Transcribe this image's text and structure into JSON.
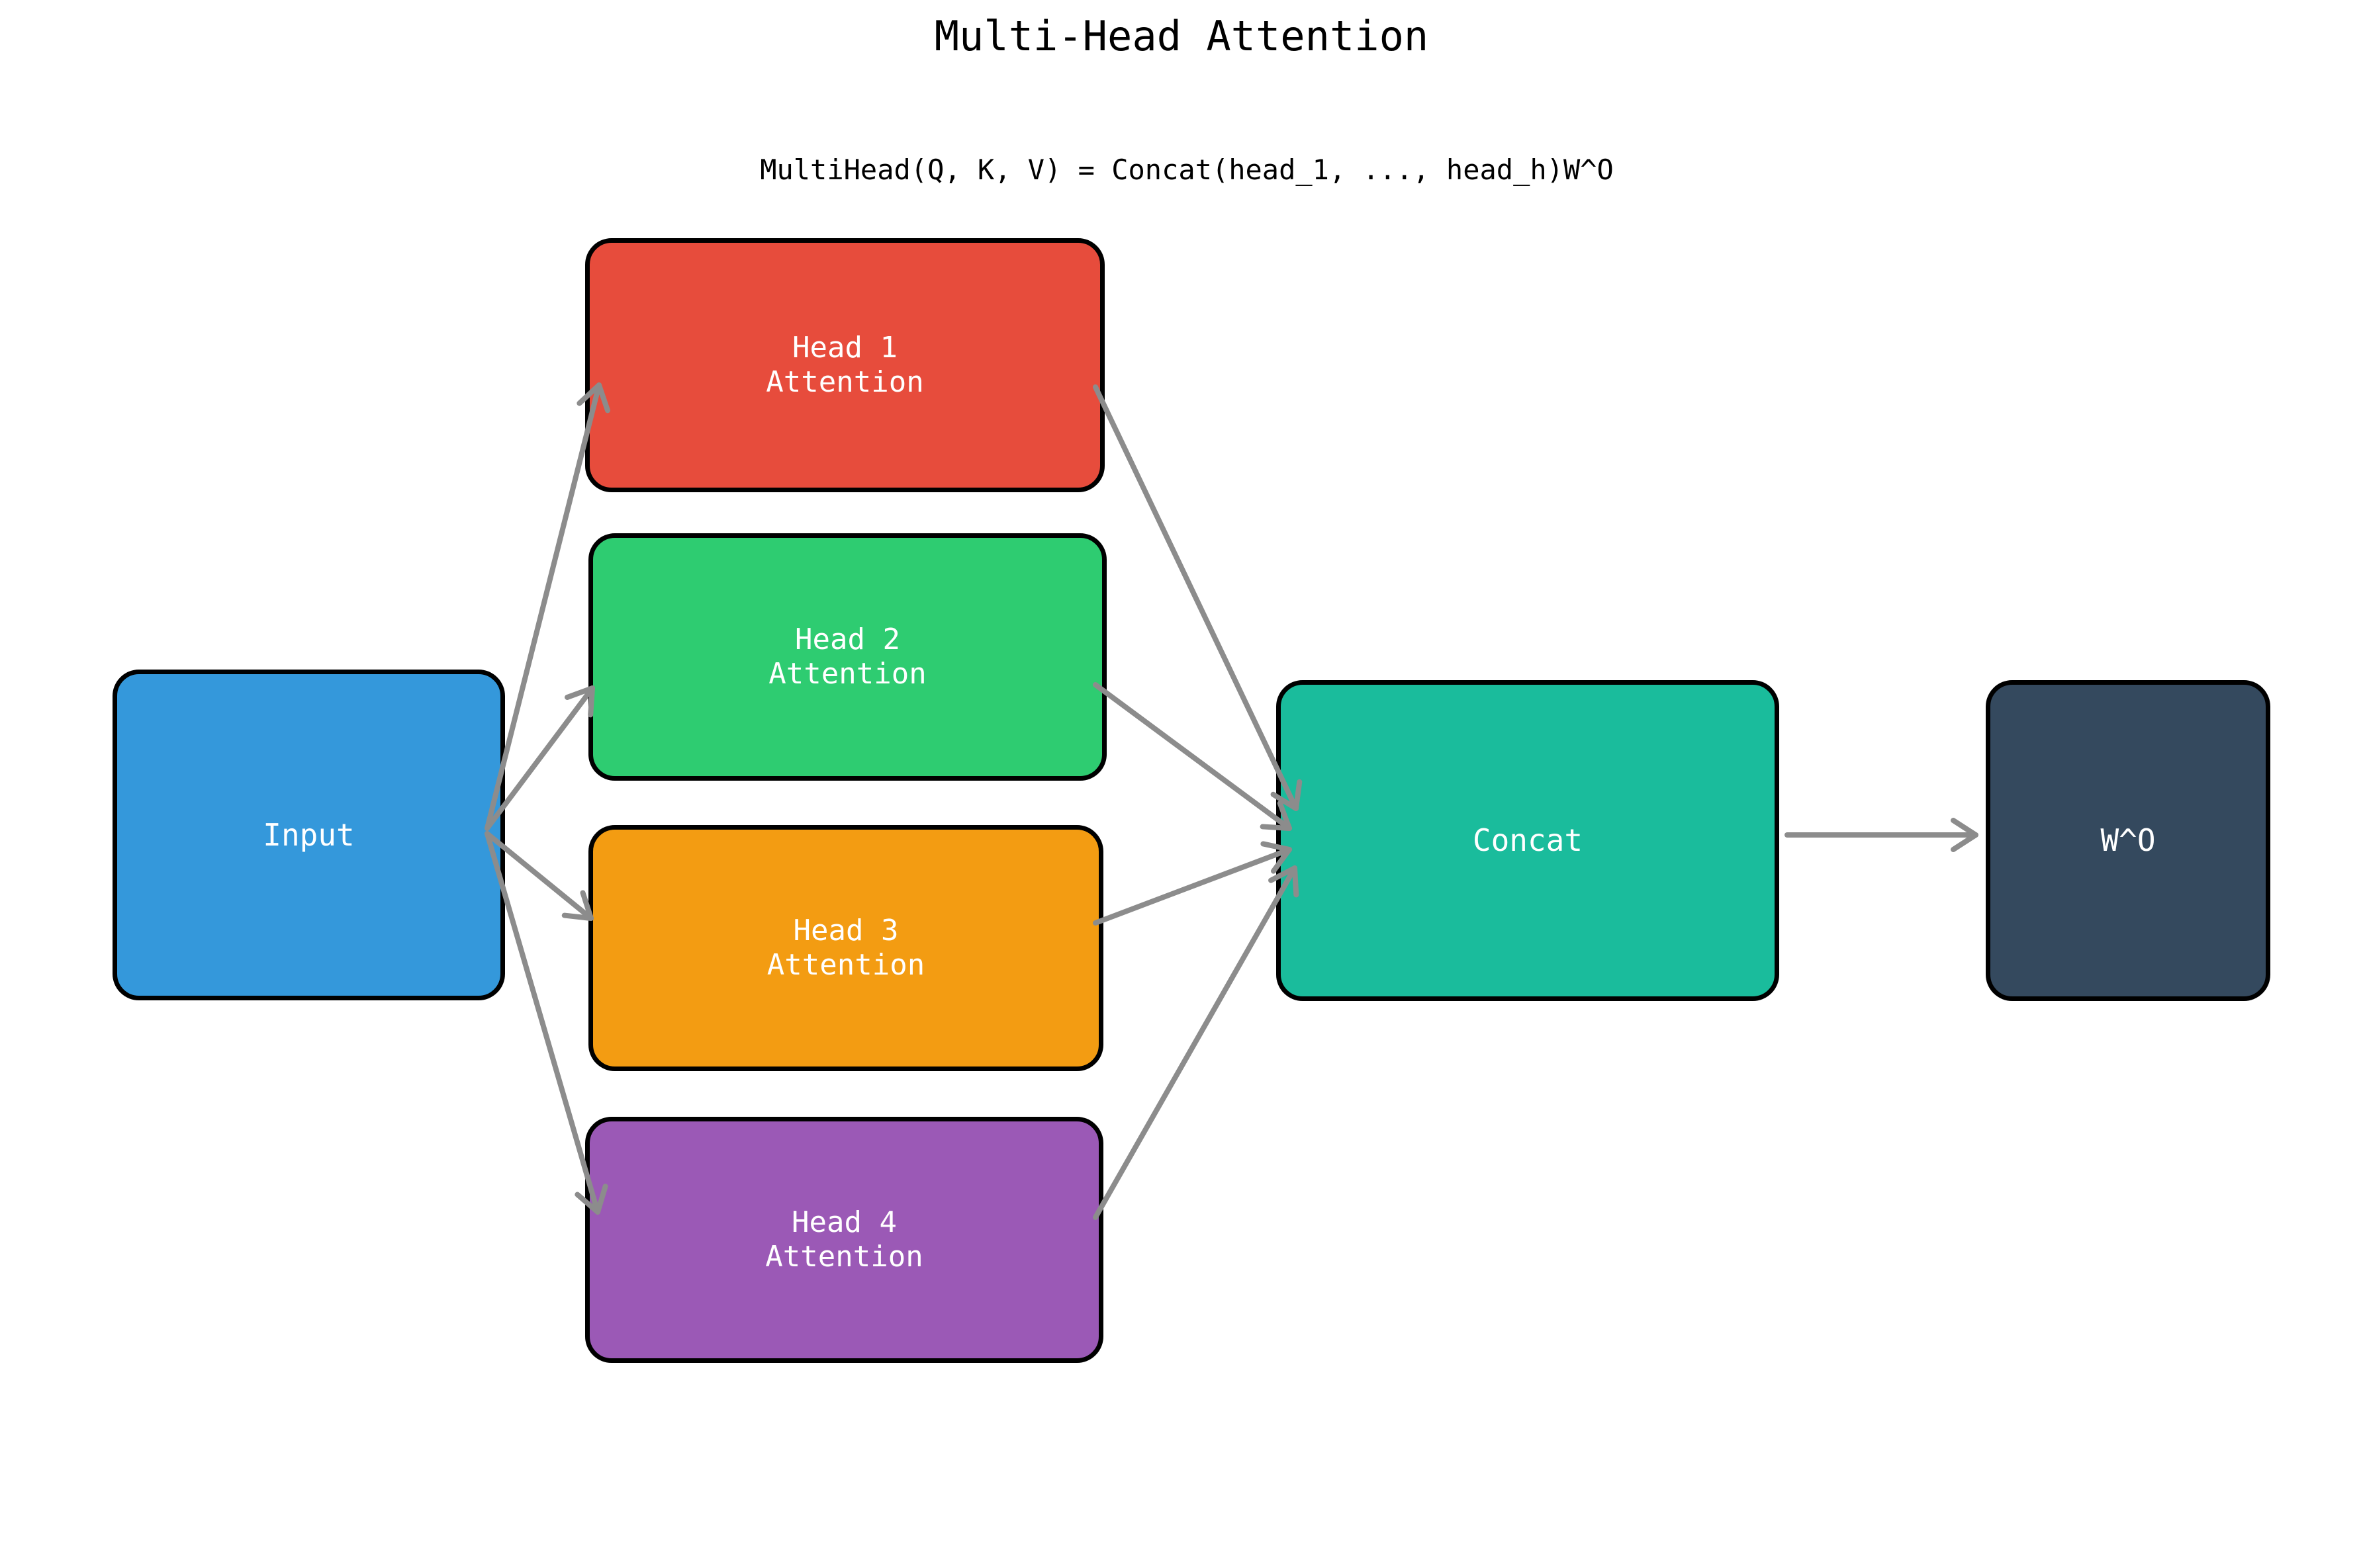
{
  "title": "Multi-Head Attention",
  "formula": "MultiHead(Q, K, V) = Concat(head_1, ..., head_h)W^O",
  "colors": {
    "background": "#ffffff",
    "arrow": "#8c8c8c",
    "box_border": "#000000",
    "box_text": "#ffffff",
    "title_text": "#000000"
  },
  "nodes": {
    "input": {
      "label": "Input",
      "color": "#3498db"
    },
    "head1": {
      "label_line1": "Head 1",
      "label_line2": "Attention",
      "color": "#e74c3c"
    },
    "head2": {
      "label_line1": "Head 2",
      "label_line2": "Attention",
      "color": "#2ecc71"
    },
    "head3": {
      "label_line1": "Head 3",
      "label_line2": "Attention",
      "color": "#f39c12"
    },
    "head4": {
      "label_line1": "Head 4",
      "label_line2": "Attention",
      "color": "#9b59b6"
    },
    "concat": {
      "label": "Concat",
      "color": "#1abc9c"
    },
    "wo": {
      "label": "W^O",
      "color": "#34495e"
    }
  },
  "edges": [
    {
      "from": "input",
      "to": "head1"
    },
    {
      "from": "input",
      "to": "head2"
    },
    {
      "from": "input",
      "to": "head3"
    },
    {
      "from": "input",
      "to": "head4"
    },
    {
      "from": "head1",
      "to": "concat"
    },
    {
      "from": "head2",
      "to": "concat"
    },
    {
      "from": "head3",
      "to": "concat"
    },
    {
      "from": "head4",
      "to": "concat"
    },
    {
      "from": "concat",
      "to": "wo"
    }
  ]
}
